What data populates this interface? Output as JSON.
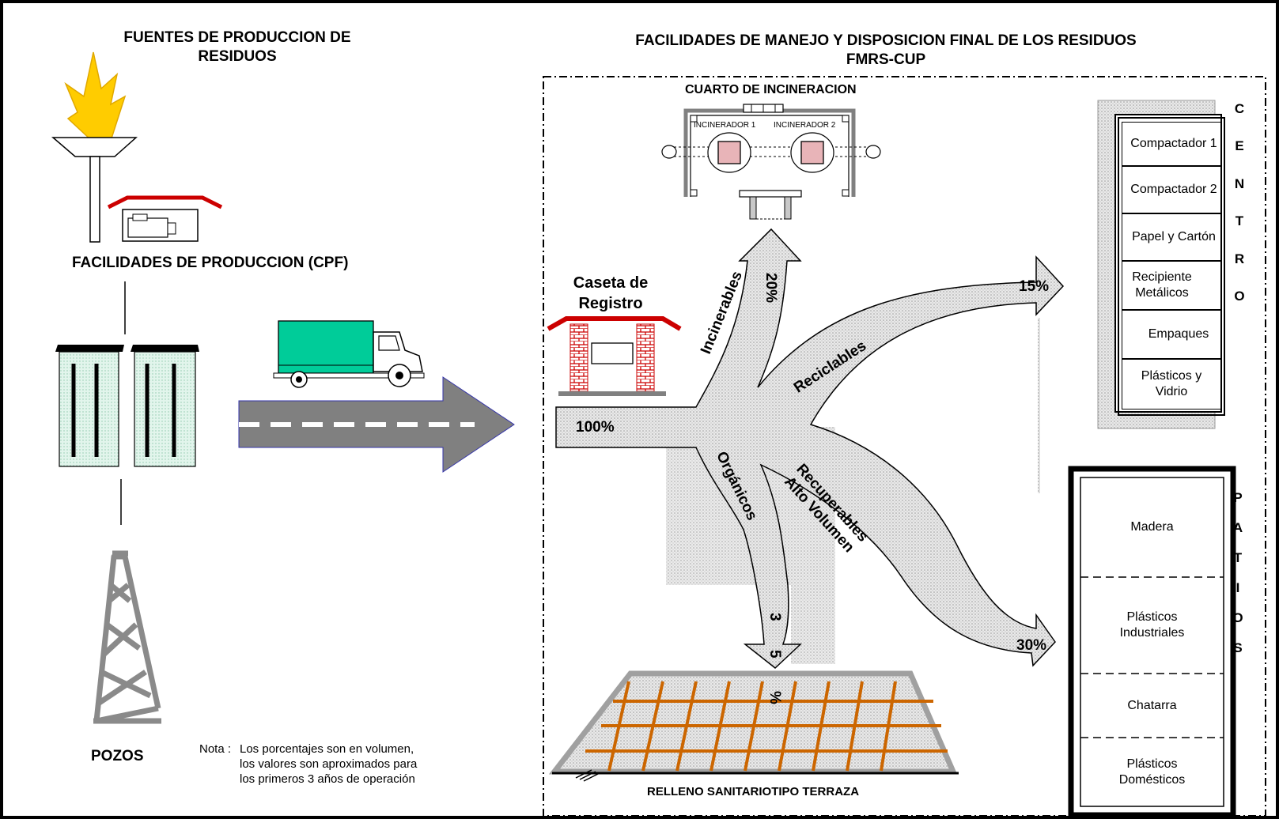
{
  "left": {
    "title_line1": "FUENTES DE PRODUCCION DE",
    "title_line2": "RESIDUOS",
    "cpf_label": "FACILIDADES DE PRODUCCION (CPF)",
    "pozos_label": "POZOS",
    "note_prefix": "Nota :",
    "note_line1": "Los porcentajes son en volumen,",
    "note_line2": "los valores son aproximados para",
    "note_line3": "los primeros 3 años de operación"
  },
  "right": {
    "title_line1": "FACILIDADES DE MANEJO Y DISPOSICION FINAL DE LOS RESIDUOS",
    "title_line2": "FMRS-CUP",
    "incineration_room": "CUARTO DE INCINERACION",
    "incinerator1": "INCINERADOR 1",
    "incinerator2": "INCINERADOR 2",
    "caseta_line1": "Caseta de",
    "caseta_line2": "Registro",
    "landfill": "RELLENO SANITARIOTIPO TERRAZA"
  },
  "flows": {
    "input_pct": "100%",
    "incinerables_label": "Incinerables",
    "incinerables_pct": "20%",
    "reciclables_label": "Reciclables",
    "reciclables_pct": "15%",
    "organicos_label": "Orgánicos",
    "organicos_pct_a": "3",
    "organicos_pct_b": "5",
    "organicos_pct_c": "%",
    "recuperables_line1": "Recuperables",
    "recuperables_line2": "Alto Volumen",
    "recuperables_pct": "30%"
  },
  "centro": {
    "letters": [
      "C",
      "E",
      "N",
      "T",
      "R",
      "O"
    ],
    "items": [
      "Compactador 1",
      "Compactador 2",
      "Papel y Cartón",
      "Recipiente Metálicos",
      "Empaques",
      "Plásticos y Vidrio"
    ]
  },
  "patios": {
    "letters": [
      "P",
      "A",
      "T",
      "I",
      "O",
      "S"
    ],
    "items": [
      "Madera",
      "Plásticos Industriales",
      "Chatarra",
      "Plásticos Domésticos"
    ]
  },
  "colors": {
    "flame": "#FFCC00",
    "roof": "#CC0000",
    "truck": "#00CC99",
    "road": "#808080",
    "tank_fill": "#D9F2E6",
    "landfill_grid": "#CC6600",
    "incinerator_fill": "#E8B4B8",
    "flow_fill": "#E6E6E6"
  }
}
